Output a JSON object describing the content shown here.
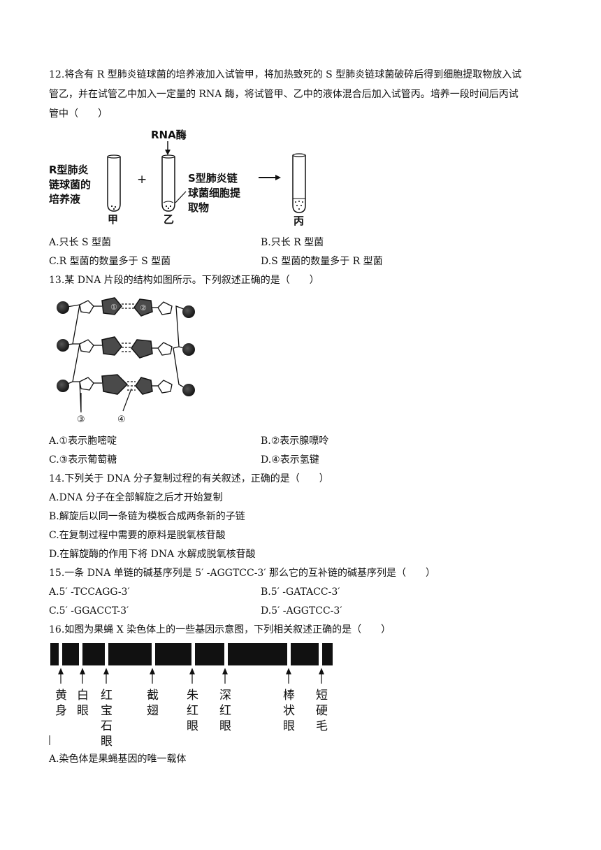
{
  "q12": {
    "line1": "12.将含有 R 型肺炎链球菌的培养液加入试管甲，将加热致死的 S 型肺炎链球菌破碎后得到细胞提取物放入试",
    "line2": "管乙，并在试管乙中加入一定量的 RNA 酶，将试管甲、乙中的液体混合后加入试管丙。培养一段时间后丙试",
    "line3": "管中（　　）",
    "figure": {
      "rna_label": "RNA酶",
      "left_l1": "R型肺炎",
      "left_l2": "链球菌的",
      "left_l3": "培养液",
      "right_l1": "S型肺炎链",
      "right_l2": "球菌细胞提",
      "right_l3": "取物",
      "plus": "+",
      "tube_a": "甲",
      "tube_b": "乙",
      "tube_c": "丙"
    },
    "options": [
      "A.只长 S 型菌",
      "B.只长 R 型菌",
      "C.R 型菌的数量多于 S 型菌",
      "D.S 型菌的数量多于 R 型菌"
    ]
  },
  "q13": {
    "stem": "13.某 DNA 片段的结构如图所示。下列叙述正确的是（　　）",
    "figure": {
      "mark3": "③",
      "mark4": "④",
      "mark1": "①",
      "mark2": "②"
    },
    "options": [
      "A.①表示胞嘧啶",
      "B.②表示腺嘌呤",
      "C.③表示葡萄糖",
      "D.④表示氢键"
    ]
  },
  "q14": {
    "stem": "14.下列关于 DNA 分子复制过程的有关叙述，正确的是（　　）",
    "options": [
      "A.DNA 分子在全部解旋之后才开始复制",
      "B.解旋后以同一条链为模板合成两条新的子链",
      "C.在复制过程中需要的原料是脱氧核苷酸",
      "D.在解旋酶的作用下将 DNA 水解成脱氧核苷酸"
    ]
  },
  "q15": {
    "stem": "15.一条 DNA 单链的碱基序列是 5′ -AGGTCC-3′ 那么它的互补链的碱基序列是（　　）",
    "options": [
      "A.5′ -TCCAGG-3′",
      "B.5′ -GATACC-3′",
      "C.5′ -GGACCT-3′",
      "D.5′ -AGGTCC-3′"
    ]
  },
  "q16": {
    "stem": "16.如图为果蝇 X 染色体上的一些基因示意图，下列相关叙述正确的是（　　）",
    "genes": [
      "黄身",
      "白眼",
      "红宝石眼",
      "截翅",
      "朱红眼",
      "深红眼",
      "棒状眼",
      "短硬毛"
    ],
    "options": [
      "A.染色体是果蝇基因的唯一载体"
    ]
  }
}
